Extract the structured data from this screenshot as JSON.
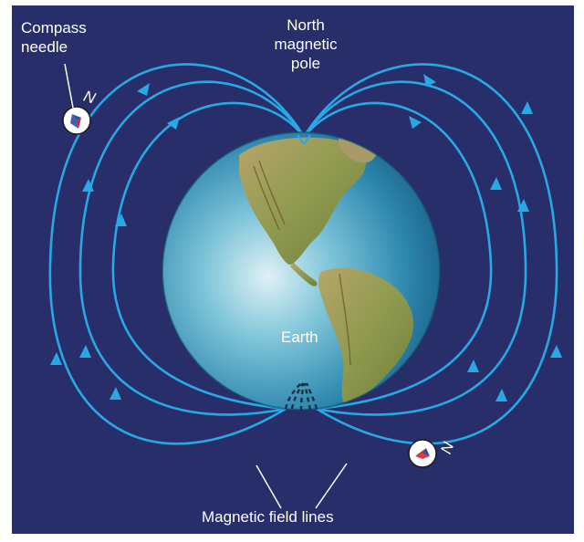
{
  "labels": {
    "compass_needle": [
      "Compass",
      "needle"
    ],
    "north_magnetic_pole": [
      "North",
      "magnetic",
      "pole"
    ],
    "earth": "Earth",
    "magnetic_field_lines": "Magnetic field lines",
    "compass_north_letter": "N"
  },
  "colors": {
    "background": "#272e69",
    "field_lines": "#29a8e6",
    "arrow": "#29a8e6",
    "ocean": "#2f8fb8",
    "land": "#8a9a50",
    "compass_red": "#d8202a",
    "compass_blue": "#2b4fa8",
    "text": "#ffffff"
  },
  "icons": {
    "compass": "compass-icon",
    "arrow": "arrow-icon"
  }
}
